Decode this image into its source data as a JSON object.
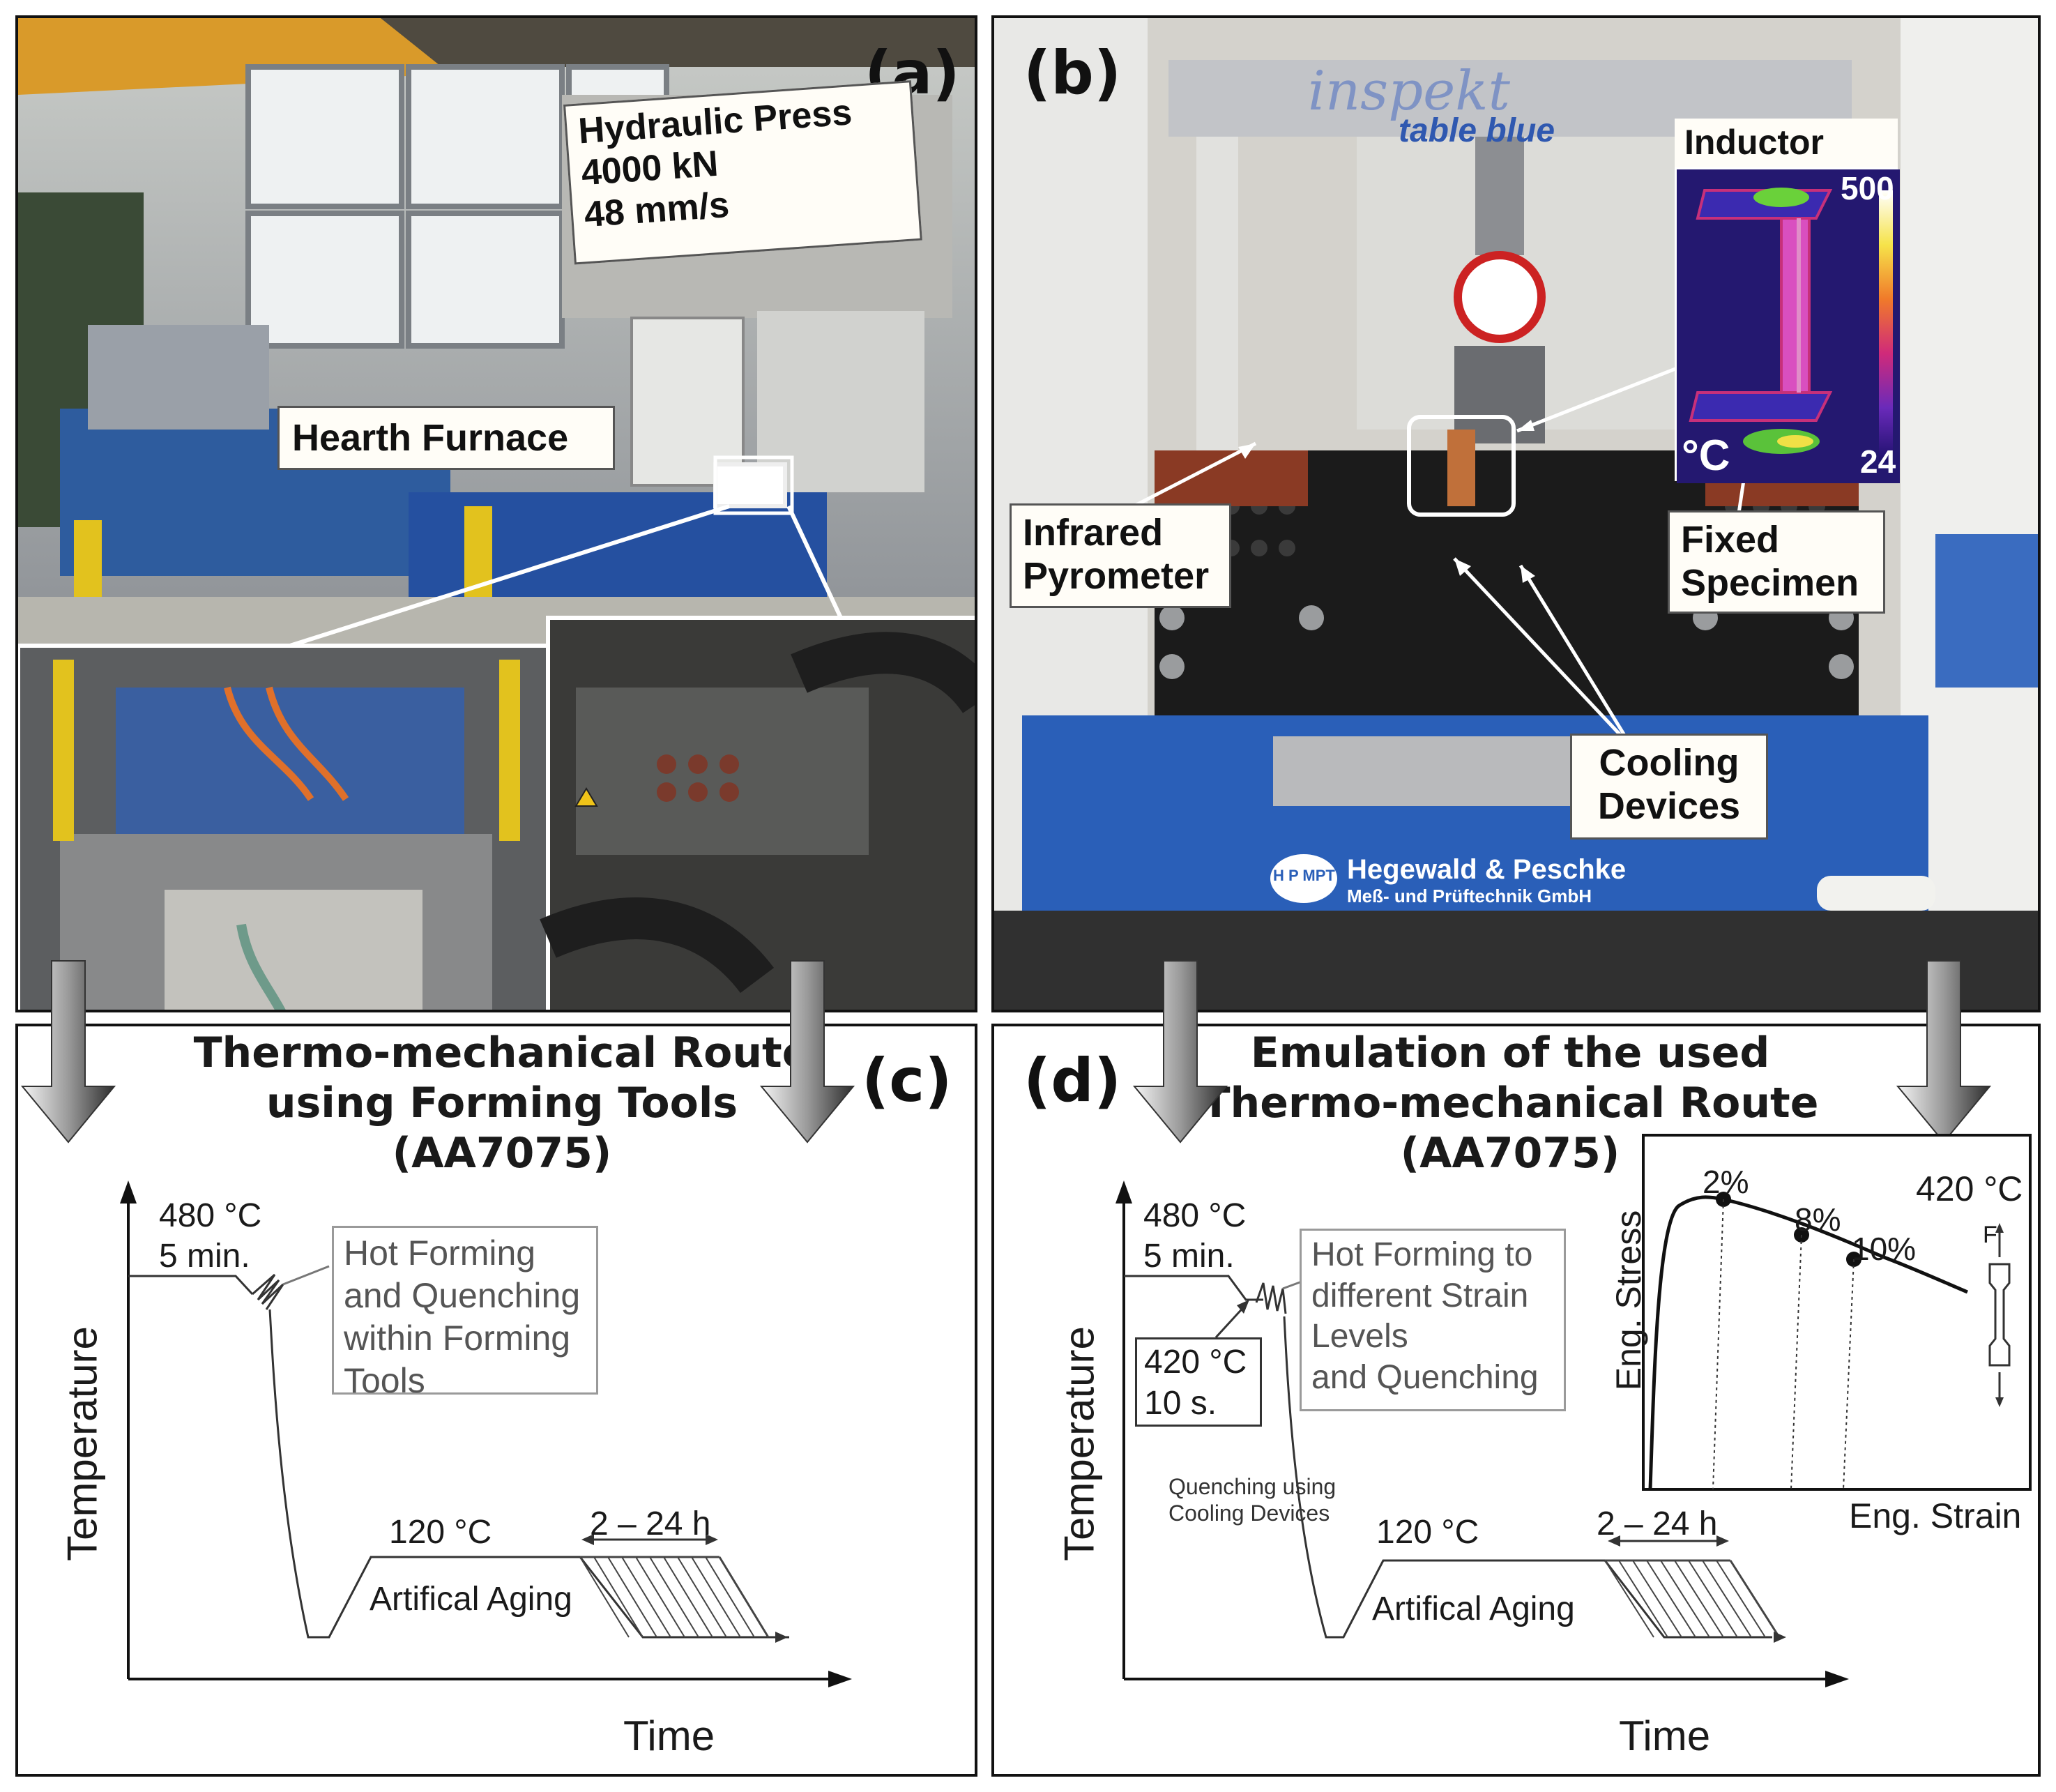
{
  "panel_a": {
    "letter": "(a)",
    "press_label": [
      "Hydraulic Press",
      "4000 kN",
      "48 mm/s"
    ],
    "furnace_label": "Hearth Furnace"
  },
  "panel_b": {
    "letter": "(b)",
    "machine_brand": "inspekt",
    "machine_model": "table blue",
    "inductor_label": "Inductor",
    "thermal_scale_max": "500",
    "thermal_scale_min": "24",
    "thermal_unit": "°C",
    "pyrometer_label": [
      "Infrared",
      "Pyrometer"
    ],
    "specimen_label": [
      "Fixed",
      "Specimen"
    ],
    "cooling_label": [
      "Cooling",
      "Devices"
    ],
    "manufacturer": "Hegewald & Peschke",
    "manufacturer_sub": "Meß- und Prüftechnik GmbH",
    "manufacturer_logo": "H P MPT"
  },
  "panel_c": {
    "letter": "(c)",
    "title": [
      "Thermo-mechanical Route",
      "using Forming Tools",
      "(AA7075)"
    ],
    "temp_hold": [
      "480 °C",
      "5 min."
    ],
    "process_box": [
      "Hot Forming",
      "and Quenching",
      "within Forming",
      "Tools"
    ],
    "aging_temp": "120 °C",
    "aging_time": "2 – 24 h",
    "aging_label": "Artifical Aging",
    "xlabel": "Time",
    "ylabel": "Temperature"
  },
  "panel_d": {
    "letter": "(d)",
    "title": [
      "Emulation of the used",
      "Thermo-mechanical Route",
      "(AA7075)"
    ],
    "temp_hold": [
      "480 °C",
      "5 min."
    ],
    "forming_temp_box": [
      "420 °C",
      "10 s."
    ],
    "process_box": [
      "Hot Forming to",
      "different Strain",
      "Levels",
      "and Quenching"
    ],
    "quench_note": [
      "Quenching using",
      "Cooling Devices"
    ],
    "aging_temp": "120 °C",
    "aging_time": "2 – 24 h",
    "aging_label": "Artifical Aging",
    "xlabel": "Time",
    "ylabel": "Temperature",
    "inset": {
      "xlabel": "Eng. Strain",
      "ylabel": "Eng. Stress",
      "temp": "420 °C",
      "strain_points": [
        "2%",
        "8%",
        "10%"
      ],
      "force_label": "F"
    }
  }
}
